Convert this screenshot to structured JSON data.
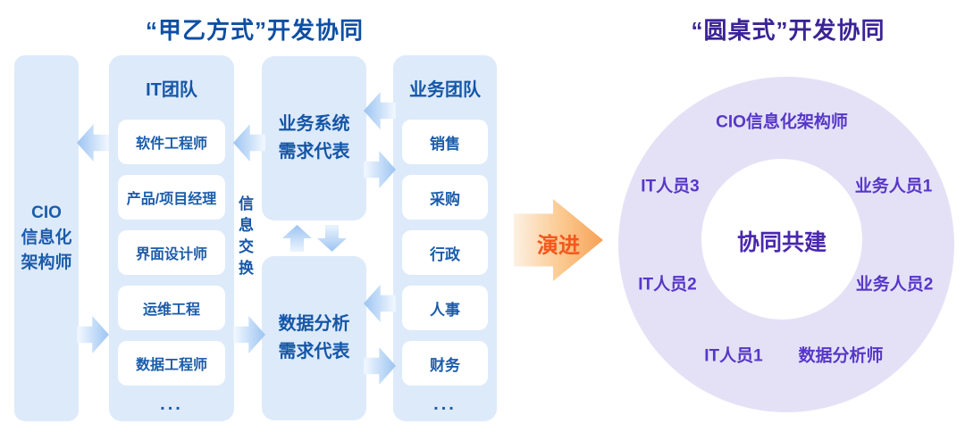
{
  "colors": {
    "blue_title": "#0e4fa3",
    "blue_text": "#1b5cab",
    "panel_blue": "#ddeafa",
    "arrow_blue": "#9cc4f2",
    "orange_text": "#f4571c",
    "orange_arrow_tip": "#f6a156",
    "purple_title": "#3b2397",
    "purple_label": "#5737c8",
    "circle_lavender": "#e4e1f7",
    "center_text_purple": "#4a28ae"
  },
  "left_panel": {
    "title": "“甲乙方式”开发协同",
    "cio": {
      "lines": [
        "CIO",
        "信息化",
        "架构师"
      ]
    },
    "it_team": {
      "header": "IT团队",
      "members": [
        "软件工程师",
        "产品/项目经理",
        "界面设计师",
        "运维工程",
        "数据工程师"
      ],
      "more": "..."
    },
    "info_exchange": "信息交换",
    "system_rep": {
      "lines": [
        "业务系统",
        "需求代表"
      ]
    },
    "data_rep": {
      "lines": [
        "数据分析",
        "需求代表"
      ]
    },
    "business_team": {
      "header": "业务团队",
      "members": [
        "销售",
        "采购",
        "行政",
        "人事",
        "财务"
      ],
      "more": "..."
    }
  },
  "evolution": {
    "label": "演进"
  },
  "right_panel": {
    "title": "“圆桌式”开发协同",
    "center_label": "协同共建",
    "roles": [
      {
        "label": "CIO信息化架构师"
      },
      {
        "label": "IT人员3"
      },
      {
        "label": "业务人员1"
      },
      {
        "label": "IT人员2"
      },
      {
        "label": "业务人员2"
      },
      {
        "label": "IT人员1"
      },
      {
        "label": "数据分析师"
      }
    ]
  }
}
